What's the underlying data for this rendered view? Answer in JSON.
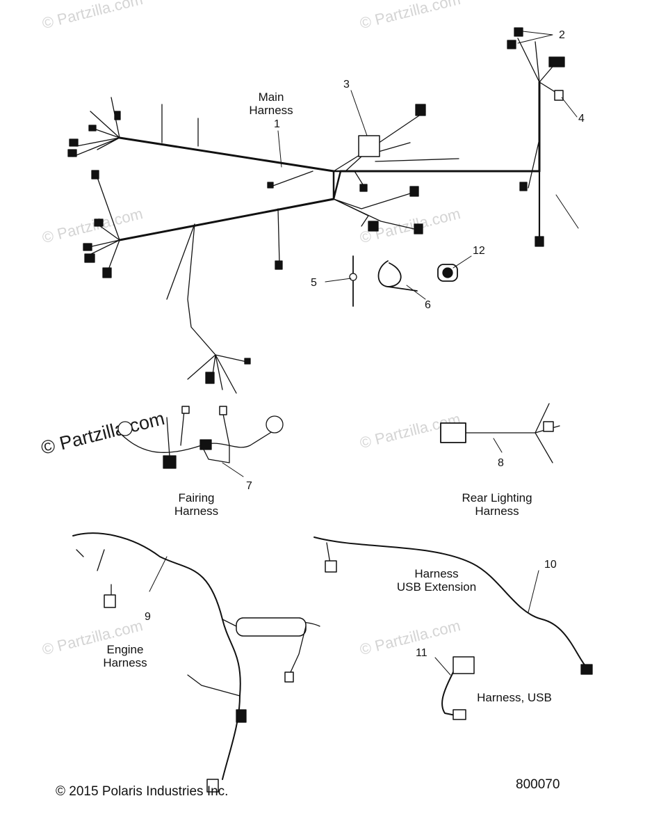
{
  "watermark": "© Partzilla.com",
  "watermark_prominent": "© Partzilla.com",
  "labels": {
    "main_harness": [
      "Main",
      "Harness"
    ],
    "fairing_harness": [
      "Fairing",
      "Harness"
    ],
    "rear_lighting_harness": [
      "Rear Lighting",
      "Harness"
    ],
    "engine_harness": [
      "Engine",
      "Harness"
    ],
    "usb_extension": [
      "Harness",
      "USB Extension"
    ],
    "harness_usb": "Harness, USB"
  },
  "callouts": [
    "1",
    "2",
    "3",
    "4",
    "5",
    "6",
    "7",
    "8",
    "9",
    "10",
    "11",
    "12"
  ],
  "footer": {
    "copyright": "© 2015 Polaris Industries Inc.",
    "diagram_id": "800070"
  },
  "colors": {
    "line": "#111111",
    "watermark": "#d4d4d4"
  }
}
